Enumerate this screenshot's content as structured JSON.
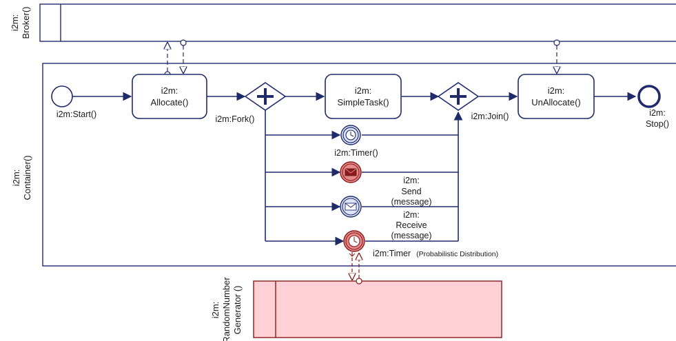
{
  "lanes": {
    "broker": {
      "label": "i2m: Broker()",
      "line1": "i2m:",
      "line2": "Broker()"
    },
    "container": {
      "line1": "i2m:",
      "line2": "Container()"
    },
    "rng": {
      "line1": "i2m:",
      "line2": "RandomNumber",
      "line3": "Generator ()"
    }
  },
  "events": {
    "start": {
      "label": "i2m:Start()"
    },
    "stop": {
      "line1": "i2m:",
      "line2": "Stop()"
    },
    "timer": {
      "label": "i2m:Timer()"
    },
    "send": {
      "line1": "i2m:",
      "line2": "Send",
      "line3": "(message)"
    },
    "receive": {
      "line1": "i2m:",
      "line2": "Receive",
      "line3": "(message)"
    },
    "timer_prob": {
      "main": "i2m:Timer",
      "suffix": "(Probabilistic Distribution)"
    }
  },
  "tasks": {
    "allocate": {
      "line1": "i2m:",
      "line2": "Allocate()"
    },
    "simple": {
      "line1": "i2m:",
      "line2": "SimpleTask()"
    },
    "unallocate": {
      "line1": "i2m:",
      "line2": "UnAllocate()"
    }
  },
  "gateways": {
    "fork": {
      "label": "i2m:Fork()"
    },
    "join": {
      "label": "i2m:Join()"
    }
  },
  "colors": {
    "flow": "#1f2a6b",
    "event_fill_blue": "#dfe3f7",
    "event_fill_red": "#e58a8a",
    "rng_fill": "#ffd1d6",
    "rng_stroke": "#8b1a1a"
  }
}
